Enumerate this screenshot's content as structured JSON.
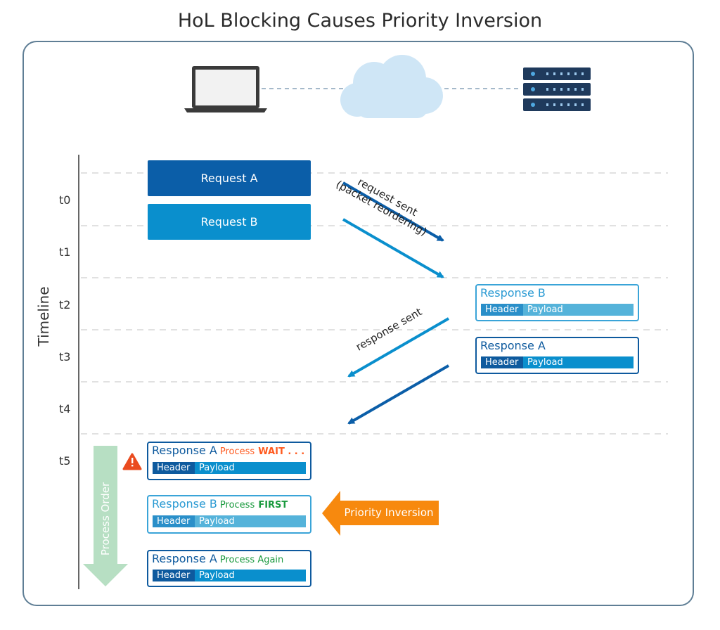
{
  "title": "HoL Blocking Causes Priority Inversion",
  "timeline": {
    "axis_label": "Timeline",
    "ticks": [
      "t0",
      "t1",
      "t2",
      "t3",
      "t4",
      "t5"
    ]
  },
  "requests": {
    "a": "Request A",
    "b": "Request B"
  },
  "annotations": {
    "request_sent_line1": "request sent",
    "request_sent_line2": "(packet reordering)",
    "response_sent": "response sent"
  },
  "server_responses": [
    {
      "title": "Response B",
      "header": "Header",
      "payload": "Payload"
    },
    {
      "title": "Response A",
      "header": "Header",
      "payload": "Payload"
    }
  ],
  "processing": [
    {
      "title": "Response A",
      "process_word": "Process",
      "status": "WAIT . . .",
      "header": "Header",
      "payload": "Payload"
    },
    {
      "title": "Response B",
      "process_word": "Process",
      "status": "FIRST",
      "header": "Header",
      "payload": "Payload"
    },
    {
      "title": "Response A",
      "process_word": "Process Again",
      "status": "",
      "header": "Header",
      "payload": "Payload"
    }
  ],
  "process_order_label": "Process Order",
  "priority_inversion_label": "Priority Inversion",
  "colors": {
    "dark_blue": "#0b5ea8",
    "light_blue": "#0a8fcd",
    "sky_blue": "#55b3da",
    "orange": "#f7890e",
    "green_arrow": "#b7dfc3",
    "warning": "#ea4b1f"
  },
  "icons": [
    "laptop-icon",
    "cloud-icon",
    "server-icon",
    "warning-icon"
  ]
}
